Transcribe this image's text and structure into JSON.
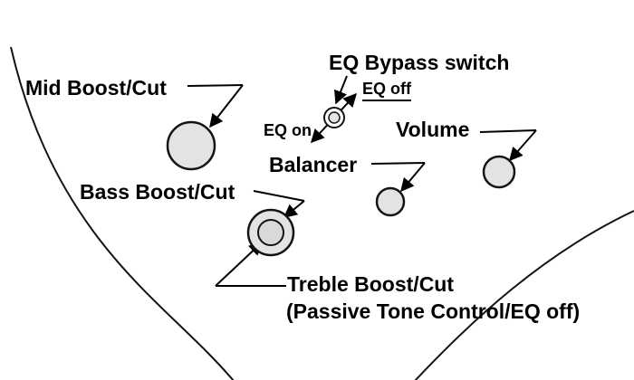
{
  "diagram": {
    "labels": {
      "mid": "Mid Boost/Cut",
      "eq_bypass": "EQ Bypass switch",
      "eq_off": "EQ off",
      "eq_on": "EQ on",
      "volume": "Volume",
      "balancer": "Balancer",
      "bass": "Bass Boost/Cut",
      "treble": "Treble Boost/Cut",
      "treble_note": "(Passive Tone Control/EQ off)"
    },
    "knobs": [
      {
        "name": "mid-boost-cut-knob"
      },
      {
        "name": "eq-bypass-switch"
      },
      {
        "name": "balancer-knob"
      },
      {
        "name": "volume-knob"
      },
      {
        "name": "bass-boost-cut-knob"
      },
      {
        "name": "treble-boost-cut-knob"
      }
    ],
    "colors": {
      "background": "#ffffff",
      "line": "#000000",
      "knob_fill": "#e3e3e3",
      "knob_inner_fill": "#d9d9d9"
    }
  }
}
